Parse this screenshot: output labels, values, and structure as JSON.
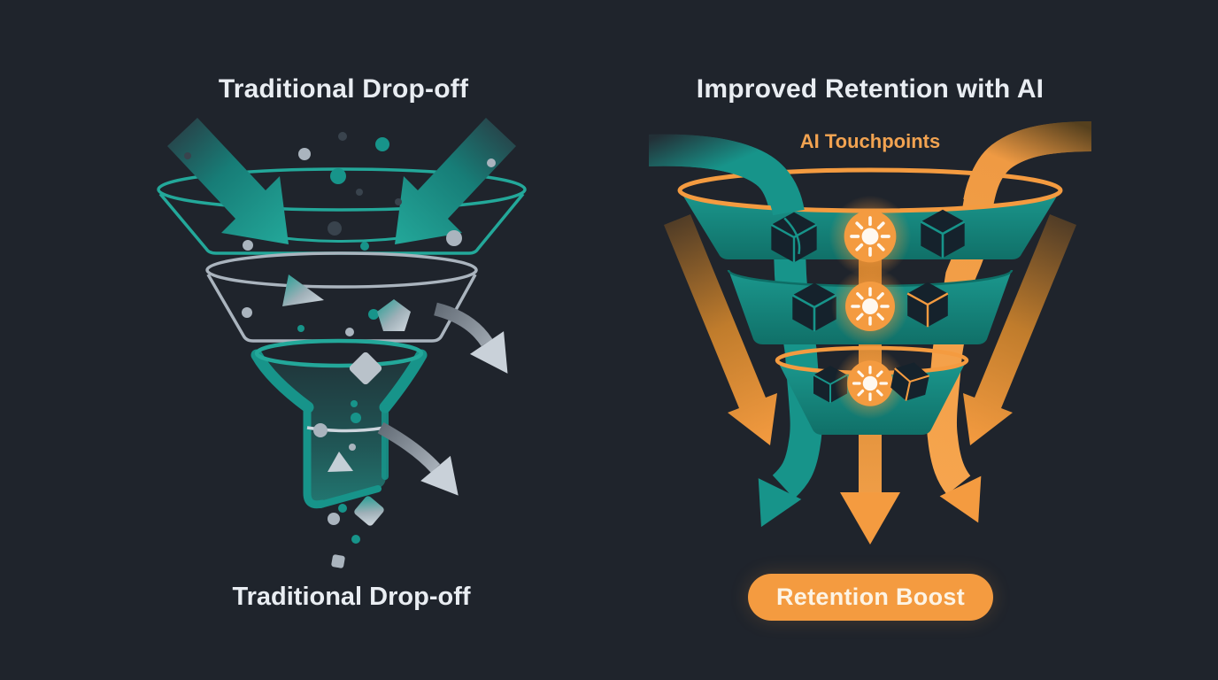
{
  "meta": {
    "description": "Infographic comparing a traditional leaky conversion funnel with an AI-assisted retention funnel"
  },
  "colors": {
    "bg": "#1f242c",
    "text": "#e9edf2",
    "teal": "#17948a",
    "teal_bright": "#23a89a",
    "teal_deep": "#0e6e66",
    "orange": "#f49b40",
    "orange_deep": "#cf7f2c",
    "orange_bright": "#f2a351",
    "gray": "#aab4be",
    "gray_bright": "#cdd5dd",
    "ink": "#15222c",
    "slate": "#39434d"
  },
  "left_panel": {
    "title": "Traditional Drop-off",
    "bottom_label": "Traditional Drop-off",
    "funnel": {
      "style": "outlined 3-tier funnel with beaker spout",
      "tier1_outline_color": "#23a89a",
      "tier2_outline_color": "#aab4be",
      "spout_color": "#17948a",
      "inflow_arrows": 2,
      "dropoff_arrows": 2,
      "icon_names": [
        "inflow-arrow-icon",
        "dropoff-arrow-icon",
        "particle-dot",
        "particle-triangle",
        "particle-pentagon",
        "particle-diamond"
      ]
    }
  },
  "right_panel": {
    "title": "Improved Retention with AI",
    "touchpoints_label": "AI Touchpoints",
    "button_label": "Retention Boost",
    "funnel": {
      "style": "solid teal 3-tier funnel with orange rims and AI touchpoints",
      "tier_fill_color": "#17948a",
      "rim_color": "#f49b40",
      "tiers": [
        {
          "icons": [
            "package-leaf-icon",
            "ai-touchpoint-sun-icon",
            "product-cube-icon"
          ]
        },
        {
          "icons": [
            "product-cube-icon",
            "ai-touchpoint-sun-icon",
            "product-cube-icon"
          ]
        },
        {
          "icons": [
            "product-cube-icon",
            "ai-touchpoint-sun-icon",
            "product-cube-icon"
          ]
        }
      ],
      "flows": [
        "teal-inflow-ribbon",
        "orange-inflow-ribbon",
        "outer-retention-arrow-left",
        "outer-retention-arrow-right",
        "center-flow-arrow",
        "retained-flow-teal-arrow",
        "retained-flow-orange-arrow"
      ]
    }
  }
}
